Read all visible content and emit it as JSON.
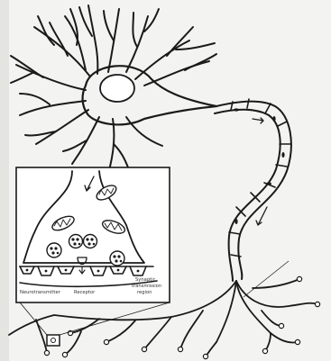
{
  "figure": {
    "colors": {
      "paper": "#f3f3f1",
      "ink": "#1a1a1a",
      "inset_fill": "#ffffff"
    },
    "inset": {
      "label_left_1": "Neurotransmitter",
      "label_left_2": "Receptor",
      "label_right_1": "Synaptic",
      "label_right_2": "transmission",
      "label_right_3": "region"
    }
  }
}
